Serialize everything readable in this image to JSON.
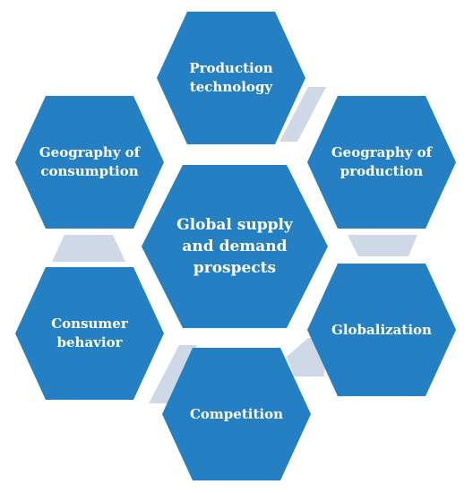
{
  "diagram": {
    "center": "Global supply\nand demand\nprospects",
    "hexagons": [
      {
        "id": "production-technology",
        "label": "Production\ntechnology"
      },
      {
        "id": "geography-of-production",
        "label": "Geography of\nproduction"
      },
      {
        "id": "globalization",
        "label": "Globalization"
      },
      {
        "id": "competition",
        "label": "Competition"
      },
      {
        "id": "consumer-behavior",
        "label": "Consumer\nbehavior"
      },
      {
        "id": "geography-of-consumption",
        "label": "Geography of\nconsumption"
      }
    ],
    "colors": {
      "hexagon_fill": "#2580c3",
      "connector_fill": "#cfd8e6",
      "text": "#ffffff"
    }
  }
}
